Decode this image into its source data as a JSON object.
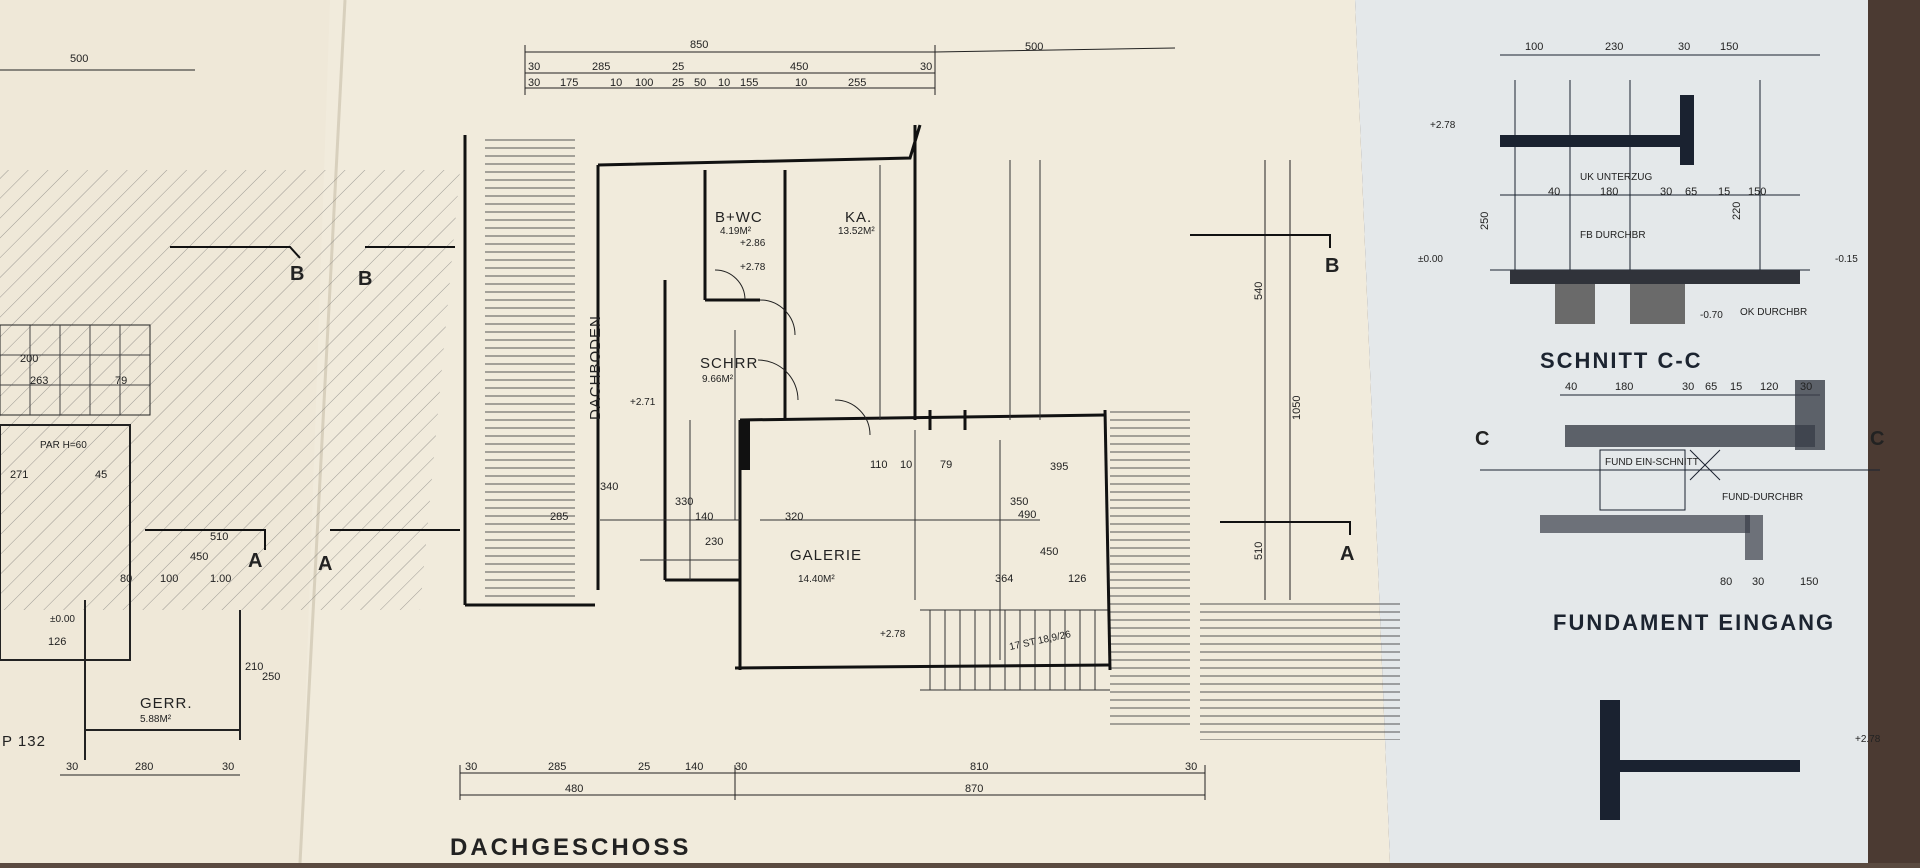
{
  "sheet": {
    "title": "DACHGESCHOSS",
    "section_title": "SCHNITT C-C",
    "foundation_title": "FUNDAMENT EINGANG"
  },
  "rooms": {
    "dachboden": "DACHBODEN",
    "bwc": "B+WC",
    "bwc_area": "4.19M²",
    "ka": "KA.",
    "ka_area": "13.52M²",
    "schrr": "SCHRR",
    "schrr_area": "9.66M²",
    "galerie": "GALERIE",
    "galerie_area": "14.40M²",
    "gerr": "GERR.",
    "gerr_area": "5.88M²",
    "par": "PAR H=60"
  },
  "section_markers": {
    "a": "A",
    "b": "B",
    "c": "C"
  },
  "levels": {
    "l_286": "+2.86",
    "l_278": "+2.78",
    "l_278b": "+2.78",
    "l_271": "+2.71",
    "l_000": "±0.00",
    "l_015": "-0.15",
    "l_070": "-0.70",
    "l_278c": "+2.78",
    "l_278d": "+2.78"
  },
  "dimensions": {
    "top_total": "850",
    "top_right": "500",
    "top_left": "500",
    "top_row1": [
      "30",
      "285",
      "25",
      "450",
      "30"
    ],
    "top_row2": [
      "30",
      "175",
      "10",
      "100",
      "25",
      "50",
      "10",
      "155",
      "10",
      "255"
    ],
    "bottom_row1": [
      "30",
      "285",
      "25",
      "140",
      "30",
      "810",
      "30"
    ],
    "bottom_row2": [
      "480",
      "870"
    ],
    "left_bottom": [
      "30",
      "280",
      "30"
    ],
    "vertical_right": [
      "540",
      "1050",
      "510"
    ],
    "stairs": "17 ST 18,9/26",
    "misc": [
      "320",
      "395",
      "364",
      "490",
      "450",
      "350",
      "126",
      "110",
      "10",
      "79",
      "340",
      "330",
      "230",
      "140",
      "285"
    ]
  },
  "section_cc": {
    "dims_top": [
      "100",
      "230",
      "30",
      "150"
    ],
    "dims_mid": [
      "40",
      "180",
      "30",
      "65",
      "15",
      "150"
    ],
    "dims_vert": [
      "250",
      "220"
    ],
    "labels": [
      "UK UNTERZUG",
      "FB DURCHBR",
      "OK DURCHBR"
    ]
  },
  "foundation": {
    "dims_top": [
      "40",
      "180",
      "30",
      "65",
      "15",
      "120",
      "30"
    ],
    "dims_bottom": [
      "80",
      "30",
      "150"
    ],
    "labels": [
      "FUND EIN-SCHNITT",
      "FUND-DURCHBR"
    ]
  },
  "left_sheet": {
    "room_label": "P 132",
    "dims": [
      "200",
      "263",
      "79",
      "271",
      "45",
      "100",
      "1.00",
      "80",
      "126",
      "450",
      "510",
      "210",
      "250"
    ]
  }
}
